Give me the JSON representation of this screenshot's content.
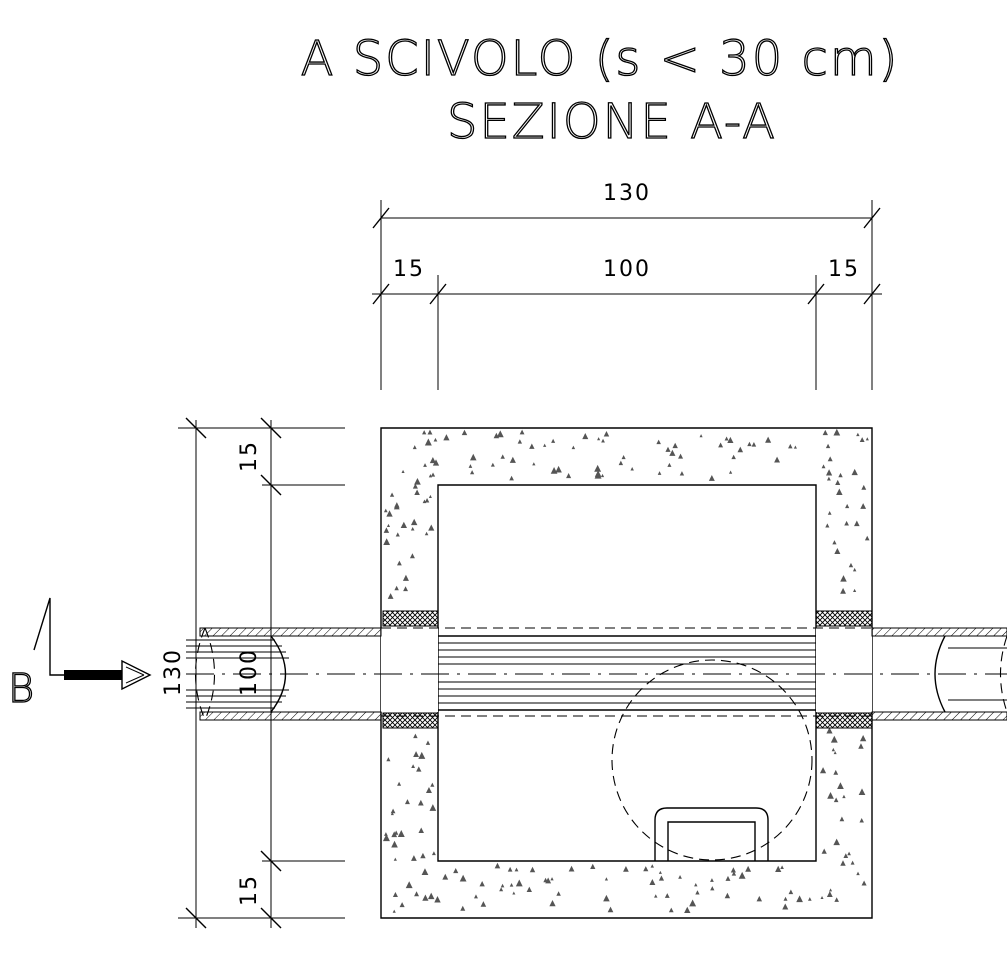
{
  "title": {
    "line1": "A SCIVOLO (s < 30 cm)",
    "line2": "SEZIONE A-A"
  },
  "dimensions": {
    "horizontal": {
      "overall": "130",
      "left_wall": "15",
      "inner": "100",
      "right_wall": "15"
    },
    "vertical": {
      "overall": "130",
      "top_wall": "15",
      "inner": "100",
      "bottom_wall": "15"
    }
  },
  "section_marker": {
    "label": "B"
  },
  "colors": {
    "line": "#000000",
    "concrete_dot": "#555555",
    "background": "#ffffff"
  }
}
